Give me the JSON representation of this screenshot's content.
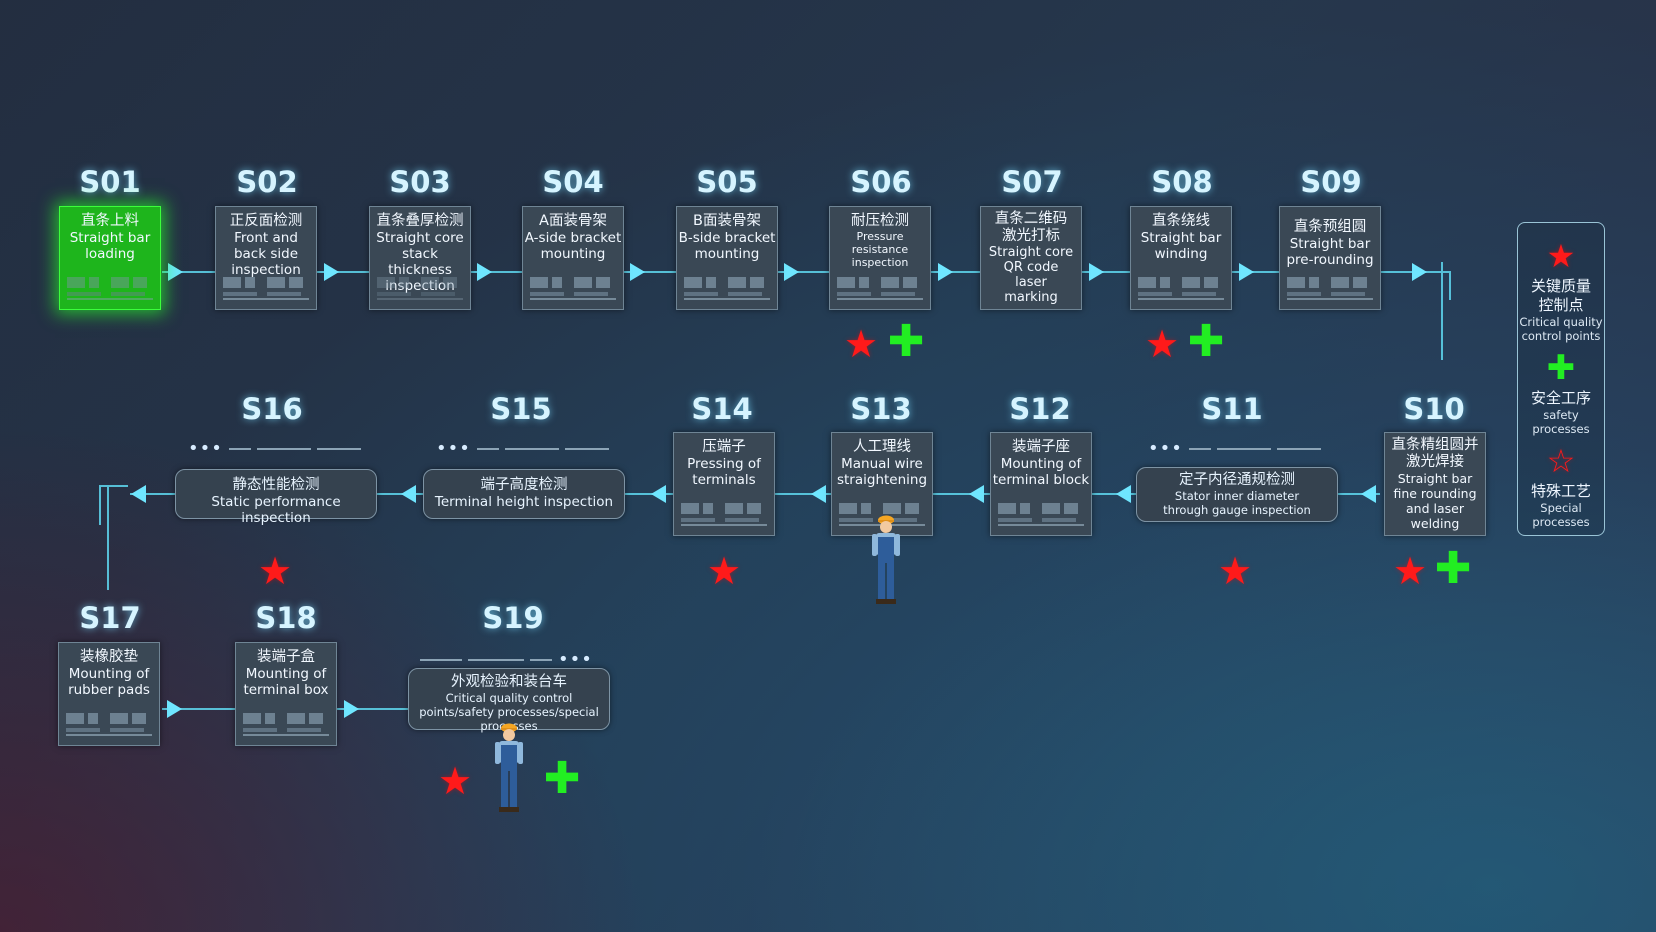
{
  "stations": [
    {
      "code": "S01",
      "cn": "直条上料",
      "en": "Straight bar loading",
      "active": true
    },
    {
      "code": "S02",
      "cn": "正反面检测",
      "en": "Front and back side inspection"
    },
    {
      "code": "S03",
      "cn": "直条叠厚检测",
      "en": "Straight core stack thickness inspection"
    },
    {
      "code": "S04",
      "cn": "A面装骨架",
      "en": "A-side bracket mounting"
    },
    {
      "code": "S05",
      "cn": "B面装骨架",
      "en": "B-side bracket mounting"
    },
    {
      "code": "S06",
      "cn": "耐压检测",
      "en": "Pressure resistance inspection"
    },
    {
      "code": "S07",
      "cn": "直条二维码 激光打标",
      "en": "Straight core QR code laser marking"
    },
    {
      "code": "S08",
      "cn": "直条绕线",
      "en": "Straight bar winding"
    },
    {
      "code": "S09",
      "cn": "直条预组圆",
      "en": "Straight bar pre-rounding"
    },
    {
      "code": "S10",
      "cn": "直条精组圆并 激光焊接",
      "en": "Straight bar fine rounding and laser welding"
    },
    {
      "code": "S11",
      "cn": "定子内径通规检测",
      "en": "Stator inner diameter through gauge inspection"
    },
    {
      "code": "S12",
      "cn": "装端子座",
      "en": "Mounting of terminal block"
    },
    {
      "code": "S13",
      "cn": "人工理线",
      "en": "Manual wire straightening"
    },
    {
      "code": "S14",
      "cn": "压端子",
      "en": "Pressing of terminals"
    },
    {
      "code": "S15",
      "cn": "端子高度检测",
      "en": "Terminal height inspection"
    },
    {
      "code": "S16",
      "cn": "静态性能检测",
      "en": "Static performance inspection"
    },
    {
      "code": "S17",
      "cn": "装橡胶垫",
      "en": "Mounting of rubber pads"
    },
    {
      "code": "S18",
      "cn": "装端子盒",
      "en": "Mounting of terminal box"
    },
    {
      "code": "S19",
      "cn": "外观检验和装台车",
      "en": "Critical quality control points/safety processes/special processes"
    }
  ],
  "legend": [
    {
      "icon": "filled-star",
      "cn": "关键质量 控制点",
      "en": "Critical quality control points"
    },
    {
      "icon": "green-cross",
      "cn": "安全工序",
      "en": "safety processes"
    },
    {
      "icon": "outline-star",
      "cn": "特殊工艺",
      "en": "Special processes"
    }
  ],
  "colors": {
    "star": "#ff1a1a",
    "cross": "#22ee22",
    "active": "#1eb51c",
    "wire": "#5fd8f0"
  },
  "glyphs": {
    "star": "★",
    "outline_star": "☆",
    "cross": "✚",
    "dots": "•••"
  }
}
